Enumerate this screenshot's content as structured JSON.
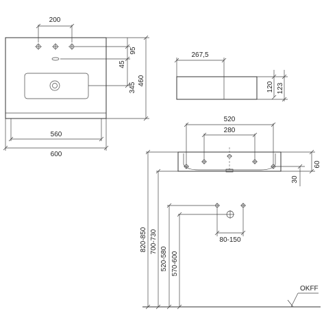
{
  "dimensions": {
    "top_view": {
      "tap_holes_spacing": "200",
      "to_holes": "95",
      "to_drain": "45",
      "bowl_depth": "345",
      "overall_depth": "460",
      "bowl_width": "560",
      "overall_width": "600"
    },
    "side_view": {
      "depth": "267,5",
      "height_inner": "120",
      "height_outer": "123"
    },
    "front_view": {
      "mount_width": "520",
      "mount_inner": "280",
      "height": "60",
      "offset": "30"
    },
    "siphon": {
      "spacing": "80-150"
    },
    "installation_heights": [
      "820-850",
      "700-730",
      "520-580",
      "570-600"
    ],
    "floor_label": "OKFF"
  }
}
